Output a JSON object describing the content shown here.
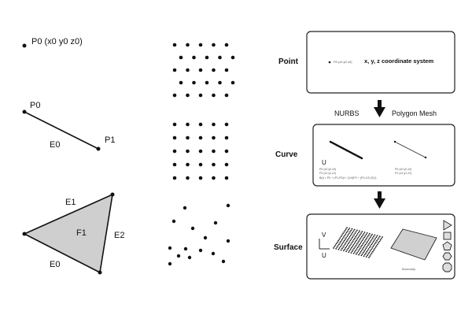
{
  "left_column": {
    "point_label": "P0 (x0 y0 z0)",
    "line_start_label": "P0",
    "line_end_label": "P1",
    "line_edge_label": "E0",
    "tri_edge_top": "E1",
    "tri_edge_right": "E2",
    "tri_edge_bottom": "E0",
    "tri_face": "F1"
  },
  "right_column": {
    "row_labels": {
      "point": "Point",
      "curve": "Curve",
      "surface": "Surface"
    },
    "point_panel": {
      "tiny_text": "P0 (x0 y0 z0)",
      "caption": "x, y, z coordinate system"
    },
    "curve_header": {
      "left": "NURBS",
      "right": "Polygon Mesh"
    },
    "curve_panel": {
      "u_label": "U",
      "nurbs_text_1": "P0 (x0 y0 z0)",
      "nurbs_text_2": "P1 (x1 y1 z1)",
      "nurbs_text_3": "B(t) = P0 + (P1-P0)t + (1/4)P2 + (P3-1/2) E(1)",
      "mesh_text_1": "P0 (x0 y0 z0)",
      "mesh_text_2": "P1 (x1 y1 z1)"
    },
    "surface_panel": {
      "v_label": "V",
      "u_label": "U",
      "boundary_label": "Boundary",
      "shape_icons": [
        "triangle-icon",
        "square-icon",
        "pentagon-icon",
        "hexagon-icon",
        "octagon-icon"
      ]
    }
  }
}
